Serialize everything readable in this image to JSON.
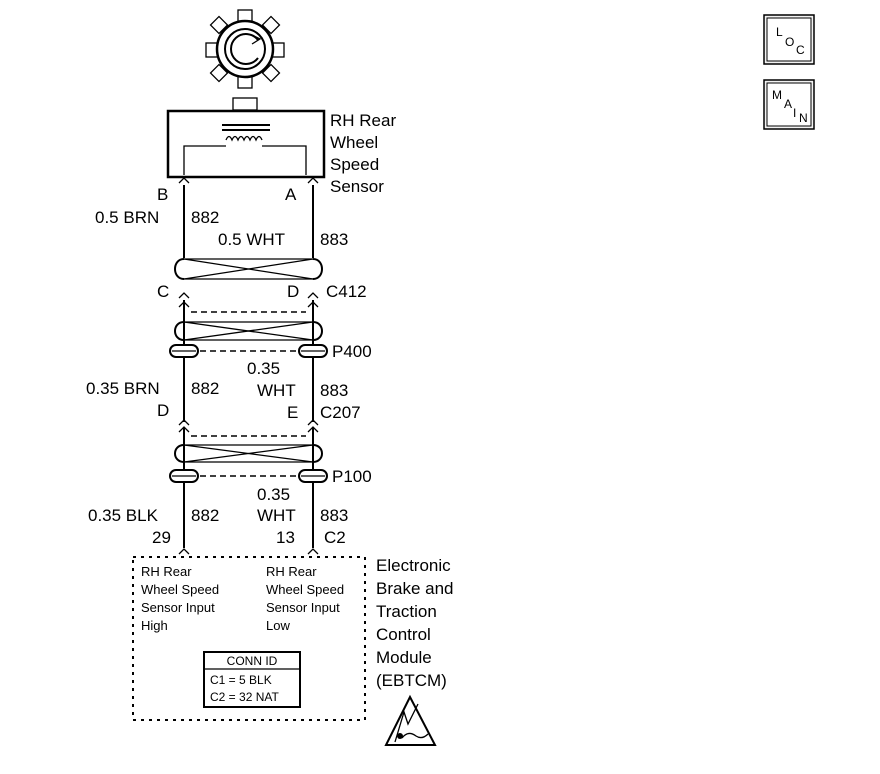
{
  "sensor": {
    "name_lines": [
      "RH Rear",
      "Wheel",
      "Speed",
      "Sensor"
    ],
    "pin_left": "B",
    "pin_right": "A"
  },
  "wire_top": {
    "left_gauge": "0.5 BRN",
    "left_circuit": "882",
    "right_gauge": "0.5 WHT",
    "right_circuit": "883"
  },
  "connector_c412": {
    "pin_left": "C",
    "pin_right": "D",
    "name": "C412"
  },
  "splice_p400": {
    "name": "P400"
  },
  "wire_mid": {
    "left_gauge": "0.35 BRN",
    "left_circuit": "882",
    "right_gauge_line1": "0.35",
    "right_gauge_line2": "WHT",
    "right_circuit": "883"
  },
  "connector_c207": {
    "pin_left": "D",
    "pin_right": "E",
    "name": "C207"
  },
  "splice_p100": {
    "name": "P100"
  },
  "wire_bottom": {
    "left_gauge": "0.35 BLK",
    "left_circuit": "882",
    "right_gauge_line1": "0.35",
    "right_gauge_line2": "WHT",
    "right_circuit": "883"
  },
  "module_pins": {
    "pin_left": "29",
    "pin_right": "13",
    "connector": "C2"
  },
  "module": {
    "name_lines": [
      "Electronic",
      "Brake and",
      "Traction",
      "Control",
      "Module",
      "(EBTCM)"
    ],
    "input_high_lines": [
      "RH Rear",
      "Wheel Speed",
      "Sensor Input",
      "High"
    ],
    "input_low_lines": [
      "RH Rear",
      "Wheel Speed",
      "Sensor Input",
      "Low"
    ],
    "conn_id": {
      "title": "CONN ID",
      "line1": "C1 = 5 BLK",
      "line2": "C2 = 32 NAT"
    }
  },
  "loc_icon": {
    "letters": [
      "L",
      "O",
      "C"
    ]
  },
  "main_icon": {
    "letters": [
      "M",
      "A",
      "I",
      "N"
    ]
  }
}
